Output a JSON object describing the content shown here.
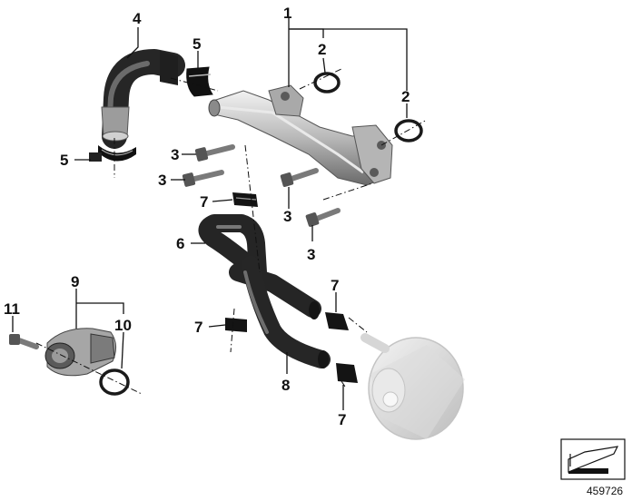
{
  "diagram": {
    "reference_number": "459726",
    "callouts": {
      "c1": "1",
      "c2a": "2",
      "c2b": "2",
      "c3a": "3",
      "c3b": "3",
      "c3c": "3",
      "c3d": "3",
      "c4": "4",
      "c5a": "5",
      "c5b": "5",
      "c6": "6",
      "c7a": "7",
      "c7b": "7",
      "c7c": "7",
      "c7d": "7",
      "c8": "8",
      "c9": "9",
      "c10": "10",
      "c11": "11"
    }
  }
}
